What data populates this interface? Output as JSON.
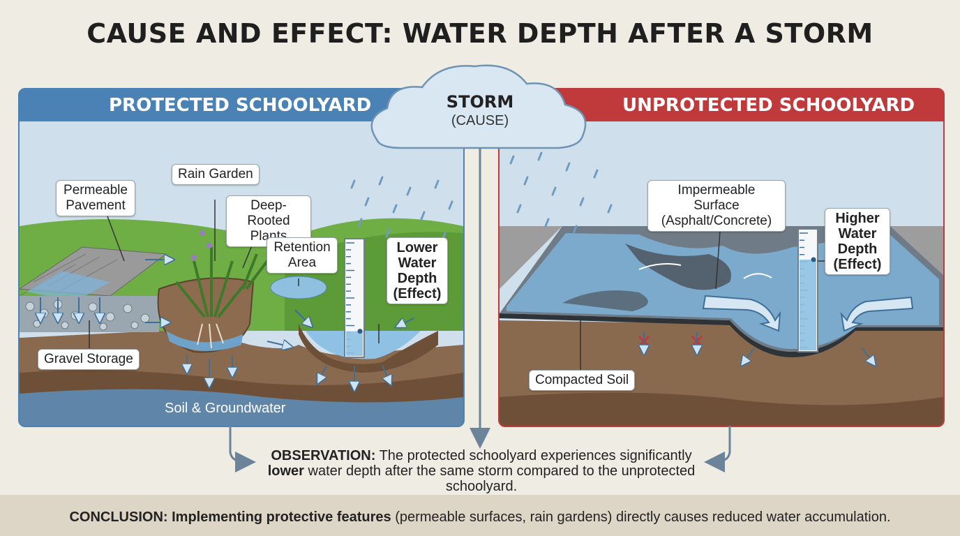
{
  "title": "CAUSE AND EFFECT: WATER DEPTH AFTER A STORM",
  "storm": {
    "title": "STORM",
    "subtitle": "(CAUSE)"
  },
  "left_panel": {
    "header": "PROTECTED SCHOOLYARD",
    "labels": {
      "permeable_pavement": "Permeable Pavement",
      "rain_garden": "Rain Garden",
      "deep_rooted_plants": "Deep-Rooted Plants",
      "retention_area": "Retention Area",
      "lower_depth": "Lower Water Depth (Effect)",
      "gravel_storage": "Gravel Storage",
      "soil_groundwater": "Soil & Groundwater"
    },
    "gauge_level_fraction": 0.22
  },
  "right_panel": {
    "header": "UNPROTECTED SCHOOLYARD",
    "labels": {
      "impermeable_surface": "Impermeable Surface (Asphalt/Concrete)",
      "higher_depth": "Higher Water Depth (Effect)",
      "compacted_soil": "Compacted Soil"
    },
    "gauge_level_fraction": 0.75
  },
  "observation": {
    "lead": "OBSERVATION:",
    "text_before": " The protected schoolyard experiences significantly ",
    "emphasis": "lower",
    "text_after": " water depth after the same storm compared to the unprotected schoolyard."
  },
  "conclusion": {
    "lead": "CONCLUSION: Implementing protective features",
    "text": " (permeable surfaces, rain gardens) directly causes reduced water accumulation."
  },
  "colors": {
    "protected": "#4a82b5",
    "unprotected": "#c0393b",
    "water": "#7fb3d8",
    "soil": "#8a6a4e",
    "grass": "#6fae45",
    "background": "#efece4"
  }
}
